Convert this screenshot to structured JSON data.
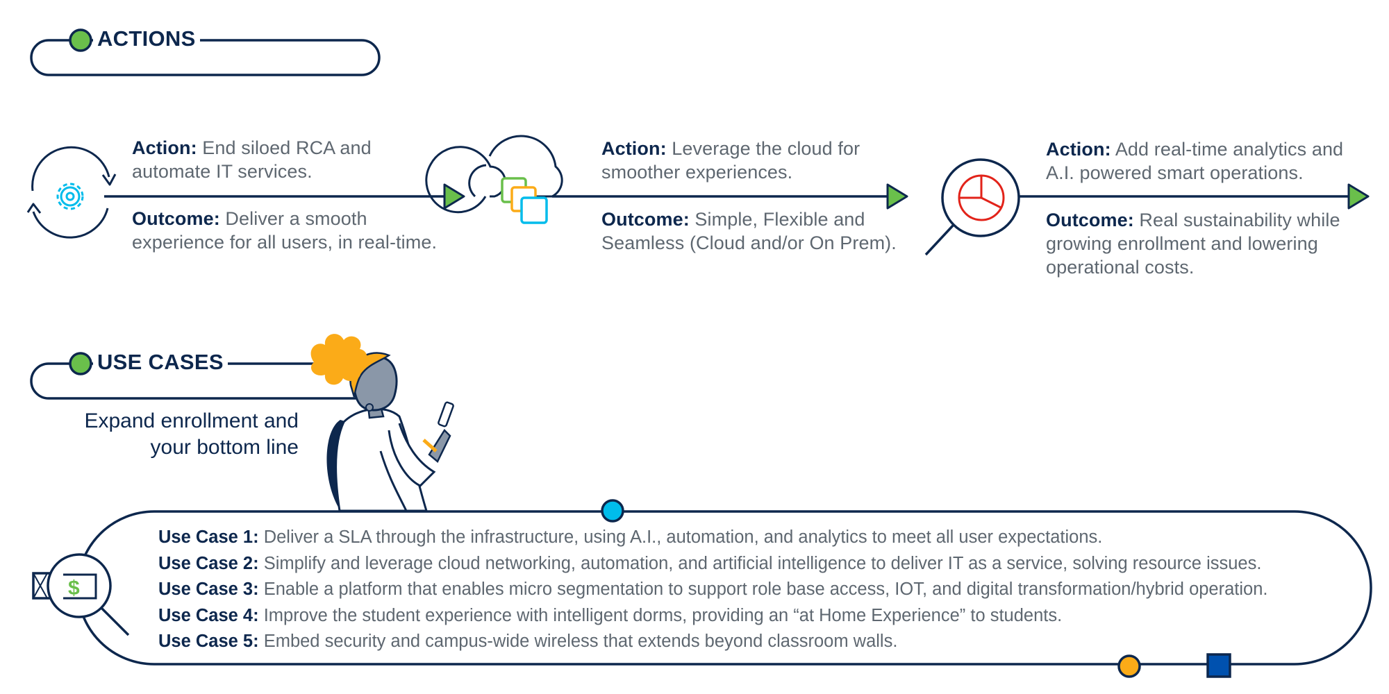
{
  "sections": {
    "actions_title": "ACTIONS",
    "use_cases_title": "USE CASES"
  },
  "actions": [
    {
      "icon": "gear-cycle-icon",
      "action_label": "Action:",
      "action_text": "End siloed RCA and automate IT services.",
      "outcome_label": "Outcome:",
      "outcome_text": "Deliver a smooth experience for all users, in real-time."
    },
    {
      "icon": "cloud-windows-icon",
      "action_label": "Action:",
      "action_text": "Leverage the cloud for smoother experiences.",
      "outcome_label": "Outcome:",
      "outcome_text": "Simple, Flexible and Seamless (Cloud and/or On Prem)."
    },
    {
      "icon": "magnifier-pie-chart-icon",
      "action_label": "Action:",
      "action_text": "Add real-time analytics and A.I. powered smart operations.",
      "outcome_label": "Outcome:",
      "outcome_text": "Real sustainability while growing enrollment and lowering operational costs."
    }
  ],
  "tagline": {
    "line1": "Expand enrollment and",
    "line2": "your bottom line"
  },
  "use_cases": [
    {
      "label": "Use Case 1:",
      "text": "Deliver a SLA through the infrastructure, using A.I., automation, and analytics to meet all user expectations."
    },
    {
      "label": "Use Case 2:",
      "text": "Simplify and leverage cloud networking, automation, and artificial intelligence to deliver IT as a service, solving resource issues."
    },
    {
      "label": "Use Case 3:",
      "text": "Enable a platform that enables micro segmentation to support role base access, IOT, and digital transformation/hybrid operation."
    },
    {
      "label": "Use Case 4:",
      "text": "Improve the student experience with intelligent dorms, providing an “at Home Experience” to students."
    },
    {
      "label": "Use Case 5:",
      "text": "Embed security and campus-wide wireless that extends beyond classroom walls."
    }
  ],
  "colors": {
    "navy": "#0d274d",
    "green": "#6abf4b",
    "sky": "#00bceb",
    "orange": "#fbab18",
    "blue": "#0051af",
    "red": "#e2231a",
    "gray_text": "#5e6770"
  }
}
